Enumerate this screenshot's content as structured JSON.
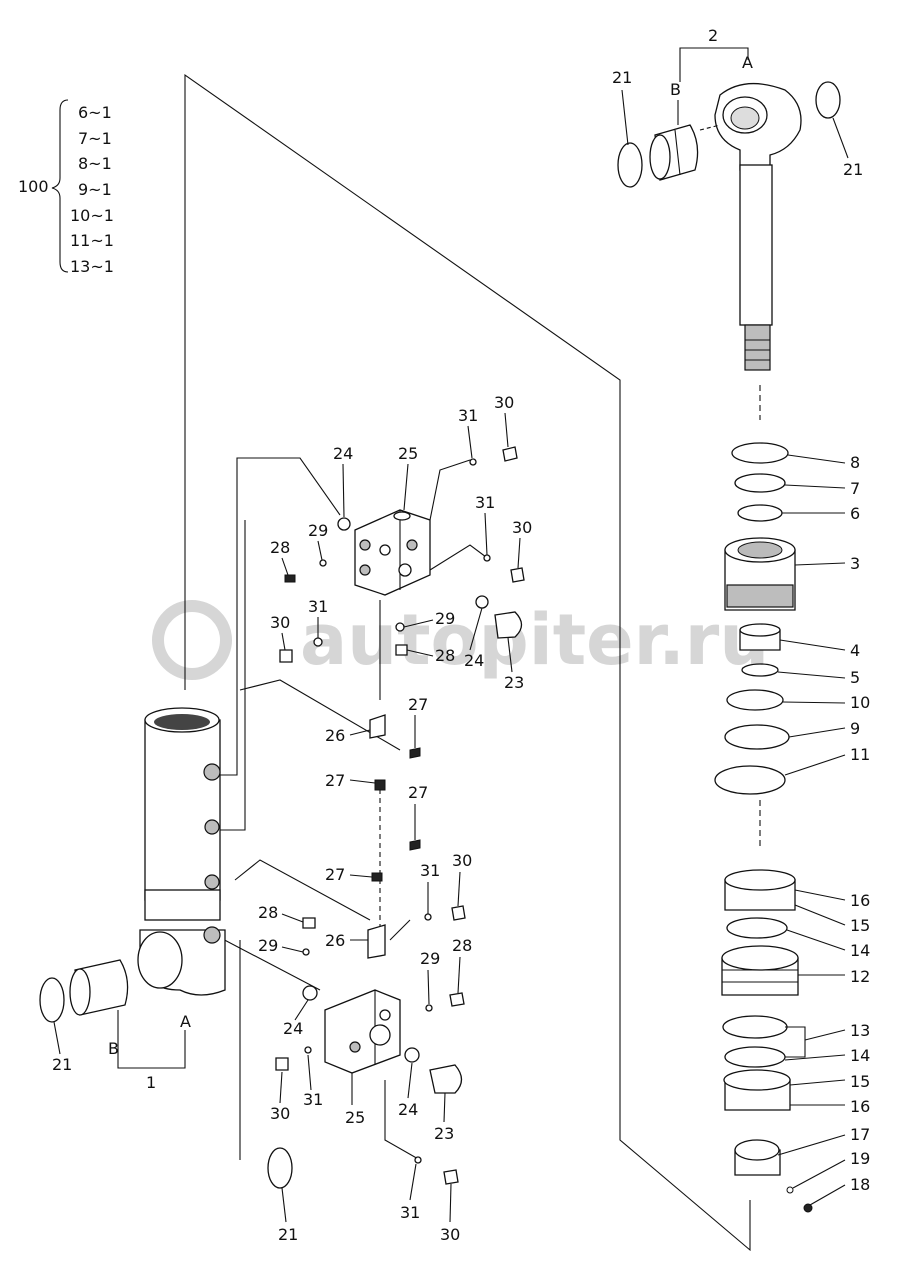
{
  "kit": {
    "label": "100",
    "items": [
      "6~1",
      "7~1",
      "8~1",
      "9~1",
      "10~1",
      "11~1",
      "13~1"
    ]
  },
  "watermark": "autopiter.ru",
  "callouts": {
    "c2": "2",
    "cA_top": "A",
    "cB_top": "B",
    "c21_tl": "21",
    "c21_tr": "21",
    "c8": "8",
    "c7": "7",
    "c6": "6",
    "c3": "3",
    "c4": "4",
    "c5": "5",
    "c10": "10",
    "c9": "9",
    "c11": "11",
    "c16a": "16",
    "c15a": "15",
    "c14a": "14",
    "c12": "12",
    "c13": "13",
    "c14b": "14",
    "c15b": "15",
    "c16b": "16",
    "c17": "17",
    "c19": "19",
    "c18": "18",
    "c31_top": "31",
    "c30_top": "30",
    "c24_top": "24",
    "c25_top": "25",
    "c31_mid": "31",
    "c30_mid": "30",
    "c28_top": "28",
    "c29_top": "29",
    "c31_left": "31",
    "c30_left": "30",
    "c29_mid": "29",
    "c28_mid": "28",
    "c24_mid": "24",
    "c23_top": "23",
    "c27a": "27",
    "c26_top": "26",
    "c27b": "27",
    "c27c": "27",
    "c27d": "27",
    "c31_low": "31",
    "c30_low": "30",
    "c28_low": "28",
    "c29_low": "29",
    "c26_low": "26",
    "c29_right": "29",
    "c28_right": "28",
    "c24_low": "24",
    "c25_low": "25",
    "c30_bl": "30",
    "c31_bl": "31",
    "c24_br": "24",
    "c23_low": "23",
    "c31_bot": "31",
    "c30_bot": "30",
    "c21_bot": "21",
    "c21_left": "21",
    "cB_left": "B",
    "cA_left": "A",
    "c1": "1"
  }
}
